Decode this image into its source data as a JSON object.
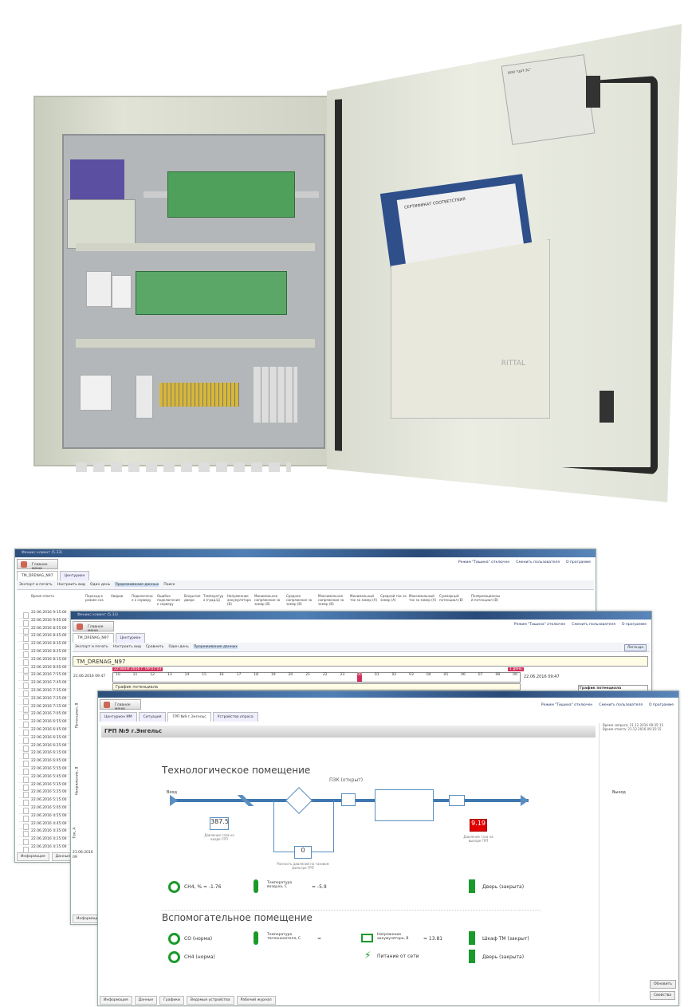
{
  "photo": {
    "nameplate": "ООО \"ЦАТ-ЗС\"",
    "door_brand": "RITTAL",
    "doc": "СЕРТИФИКАТ СООТВЕТСТВИЯ"
  },
  "window1": {
    "title": "Феникс клиент (5.33)",
    "main_menu": "Главное меню",
    "tabs": [
      "TM_DRENAG_N97",
      "Центурион"
    ],
    "toolbar": [
      "Экспорт и печать",
      "Настроить вид",
      "Один день",
      "Прореживание данных",
      "Поиск"
    ],
    "columns": [
      "Время ответа",
      "Переход в режим сна",
      "Аварии",
      "Подключение к серверу",
      "Ошибка подключения к серверу",
      "Вскрытие двери",
      "Температура (град.Ц)",
      "Напряжение аккумулятора (В)",
      "Минимальное напряжение за замер (В)",
      "Среднее напряжение за замер (В)",
      "Максимальное напряжение за замер (В)",
      "Минимальный ток за замер (А)",
      "Средний ток за замер (А)",
      "Максимальный ток за замер (А)",
      "Суммарный потенциал (В)",
      "Поляризационный потенциал (В)"
    ],
    "rows": [
      "22.06.2016 9:15:00",
      "22.06.2016 9:05:00",
      "22.06.2016 8:55:00",
      "22.06.2016 8:45:00",
      "22.06.2016 8:35:00",
      "22.06.2016 8:25:00",
      "22.06.2016 8:15:00",
      "22.06.2016 8:05:00",
      "22.06.2016 7:55:00",
      "22.06.2016 7:45:00",
      "22.06.2016 7:35:00",
      "22.06.2016 7:25:00",
      "22.06.2016 7:15:00",
      "22.06.2016 7:05:00",
      "22.06.2016 6:55:00",
      "22.06.2016 6:45:00",
      "22.06.2016 6:35:00",
      "22.06.2016 6:25:00",
      "22.06.2016 6:15:00",
      "22.06.2016 6:05:00",
      "22.06.2016 5:55:00",
      "22.06.2016 5:45:00",
      "22.06.2016 5:35:00",
      "22.06.2016 5:25:00",
      "22.06.2016 5:15:00",
      "22.06.2016 5:05:00",
      "22.06.2016 4:55:00",
      "22.06.2016 4:45:00",
      "22.06.2016 4:35:00",
      "22.06.2016 4:25:00",
      "22.06.2016 4:15:00"
    ],
    "bottom_tabs": [
      "Информация",
      "Данные"
    ],
    "right_links": [
      "Режим \"Тишина\" отключен",
      "Сменить пользователя",
      "О программе"
    ]
  },
  "window2": {
    "title": "Феникс клиент (5.33)",
    "main_menu": "Главное меню",
    "tabs": [
      "TM_DRENAG_N97",
      "Центурион"
    ],
    "toolbar": [
      "Экспорт и печать",
      "Настроить вид",
      "Сравнить",
      "Один день",
      "Прореживание данных"
    ],
    "legend_button": "Легенда",
    "object": "TM_DRENAG_N97",
    "date_marker": "22 июня 2016 г. 09:47:03",
    "range_badge": "1 день",
    "start": "21.06.2016 09:47",
    "end": "22.06.2016 09:47",
    "hours": [
      "10",
      "11",
      "12",
      "13",
      "14",
      "15",
      "16",
      "17",
      "18",
      "19",
      "20",
      "21",
      "22",
      "23",
      "00",
      "01",
      "02",
      "03",
      "04",
      "05",
      "06",
      "07",
      "08",
      "09"
    ],
    "chart_title": "График потенциала",
    "legend_title": "График потенциала",
    "axes": [
      "Потенциал, В",
      "Напряжение, В",
      "Ток, А"
    ],
    "bottom_start": "21.06.2016 09",
    "bottom_tab": "Информация"
  },
  "window3": {
    "main_menu": "Главное меню",
    "tabs": [
      "Центурион ИМ",
      "Ситуация",
      "ГРП №9 г.Энгельс",
      "Устройства опроса"
    ],
    "header": "ГРП №9 г.Энгельс",
    "side": [
      "Время запроса: 21.12.2016 09:35:15",
      "Время ответа: 21.12.2016 09:35:15"
    ],
    "section1": "Технологическое помещение",
    "section2": "Вспомогательное помещение",
    "inlet": "Вход",
    "outlet": "Выход",
    "pzk": "ПЗК (открыт)",
    "p_in": "387.5",
    "p_in_label": "Давление газа на входе ГРП",
    "dp": "0",
    "dp_label": "Разность давлений на газовом фильтре ГРП",
    "p_out": "9.19",
    "p_out_label": "Давление газа на выходе ГРП",
    "ch4": "CH4, % = -1.76",
    "air_temp_label": "Температура воздуха, С",
    "air_temp": "= -5.9",
    "door1": "Дверь (закрыта)",
    "co": "CO (норма)",
    "ch4b": "CH4 (норма)",
    "heat_label": "Температура теплоносителя, С",
    "heat": "=",
    "bat_label": "Напряжение аккумулятора, В",
    "bat": "= 13.81",
    "power": "Питание от сети",
    "cabinet": "Шкаф ТМ (закрыт)",
    "door2": "Дверь (закрыта)",
    "buttons": [
      "Обновить",
      "Свойства"
    ],
    "bottom_tabs": [
      "Информация",
      "Данные",
      "Графики",
      "Ведомые устройства",
      "Рабочий журнал"
    ]
  },
  "colors": {
    "pipe": "#3f78b0",
    "ok": "#1a9a2a",
    "alarm": "#e00000"
  }
}
